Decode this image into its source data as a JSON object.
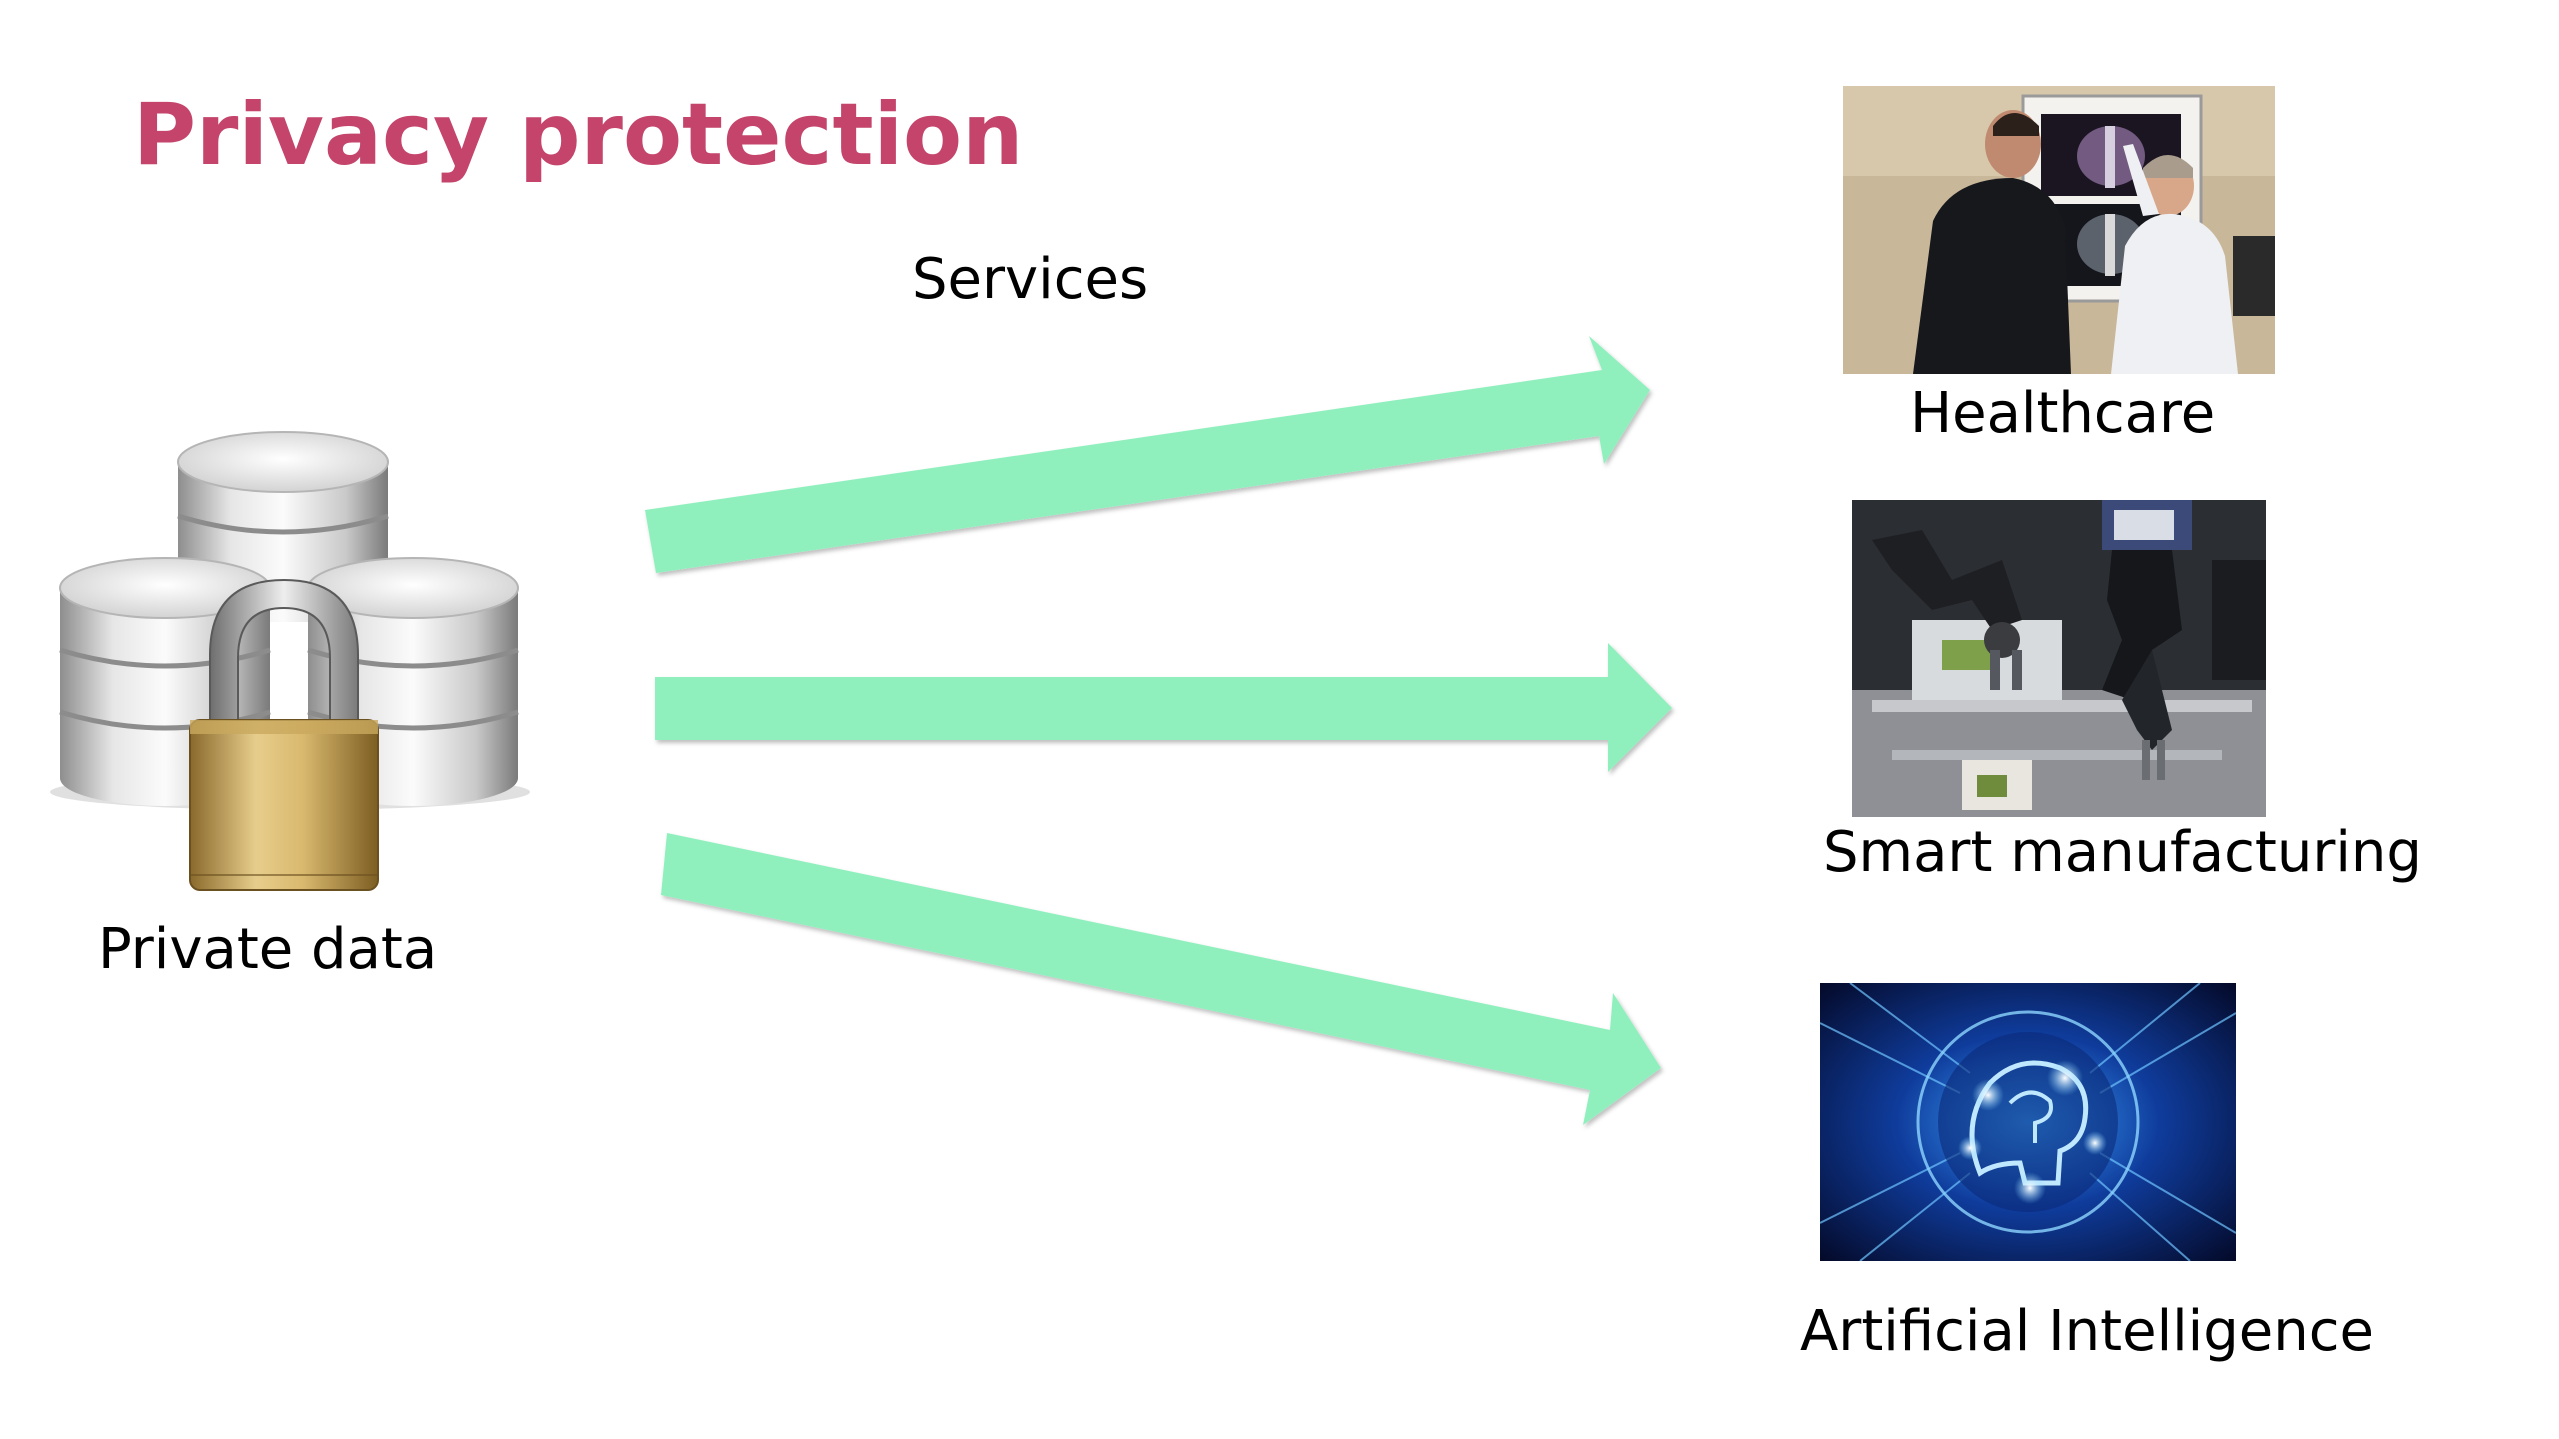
{
  "slide": {
    "title": "Privacy protection",
    "title_color": "#c4446b",
    "services_label": "Services",
    "source": {
      "label": "Private data",
      "icon": "database-lock-icon"
    },
    "arrow_color": "#8ff0bd",
    "targets": [
      {
        "label": "Healthcare",
        "image": "doctors-xray-image"
      },
      {
        "label": "Smart manufacturing",
        "image": "robot-arms-image"
      },
      {
        "label": "Artificial Intelligence",
        "image": "ai-brain-circuit-image"
      }
    ]
  }
}
